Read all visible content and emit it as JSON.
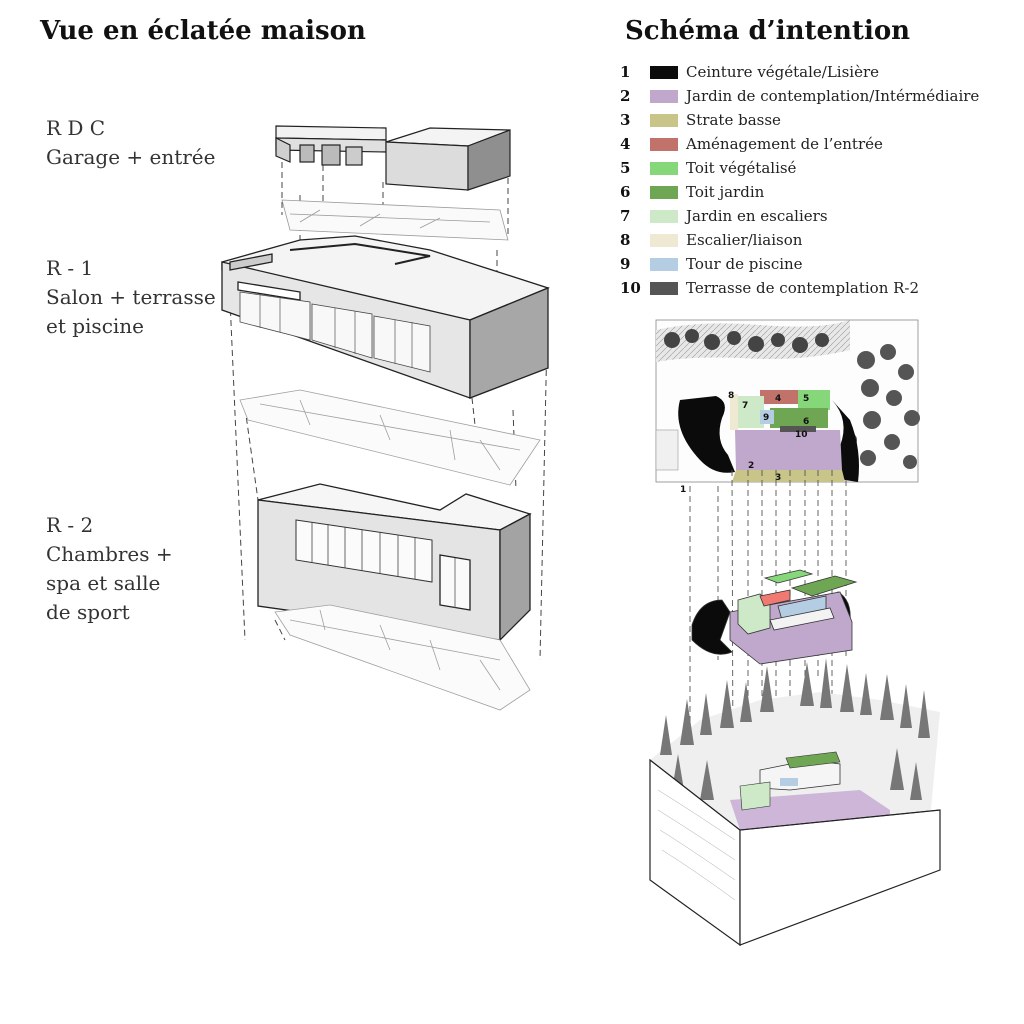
{
  "titles": {
    "left": "Vue en éclatée maison",
    "right": "Schéma d’intention"
  },
  "floors": [
    {
      "level": "R D C",
      "use": [
        "Garage + entrée"
      ]
    },
    {
      "level": "R - 1",
      "use": [
        "Salon + terrasse",
        "et piscine"
      ]
    },
    {
      "level": "R - 2",
      "use": [
        "Chambres +",
        "spa et salle",
        "de sport"
      ]
    }
  ],
  "legend": [
    {
      "num": "1",
      "label": "Ceinture végétale/Lisière",
      "color": "#0b0b0b"
    },
    {
      "num": "2",
      "label": "Jardin de contemplation/Intérmédiaire",
      "color": "#bfa8cc"
    },
    {
      "num": "3",
      "label": "Strate basse",
      "color": "#c9c487"
    },
    {
      "num": "4",
      "label": "Aménagement de l’entrée",
      "color": "#c0726b"
    },
    {
      "num": "5",
      "label": "Toit végétalisé",
      "color": "#86d67a"
    },
    {
      "num": "6",
      "label": "Toit jardin",
      "color": "#6fa653"
    },
    {
      "num": "7",
      "label": "Jardin en escaliers",
      "color": "#cde9c8"
    },
    {
      "num": "8",
      "label": "Escalier/liaison",
      "color": "#efe9d3"
    },
    {
      "num": "9",
      "label": "Tour de piscine",
      "color": "#b5cde3"
    },
    {
      "num": "10",
      "label": "Terrasse de contemplation R-2",
      "color": "#555555"
    }
  ],
  "plan_markers": [
    "1",
    "2",
    "3",
    "4",
    "5",
    "6",
    "7",
    "8",
    "9",
    "10"
  ]
}
